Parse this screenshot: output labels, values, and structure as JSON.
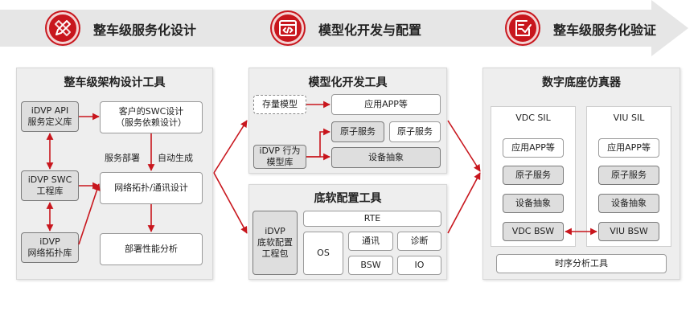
{
  "banner": {
    "steps": [
      {
        "label": "整车级服务化设计",
        "icon": "pencil-ruler-icon"
      },
      {
        "label": "模型化开发与配置",
        "icon": "code-window-icon"
      },
      {
        "label": "整车级服务化验证",
        "icon": "checklist-icon"
      }
    ],
    "arrow_color": "#e6e6e6",
    "accent": "#c8161d"
  },
  "design_tool": {
    "title": "整车级架构设计工具",
    "api_lib": "iDVP API\n服务定义库",
    "swc_lib": "iDVP SWC\n工程库",
    "topo_lib": "iDVP\n网络拓扑库",
    "swc_design": "客户的SWC设计\n（服务依赖设计）",
    "service_deploy": "服务部署",
    "auto_gen": "自动生成",
    "net_design": "网络拓扑/通讯设计",
    "deploy_perf": "部署性能分析"
  },
  "model_tool": {
    "title": "模型化开发工具",
    "legacy_model": "存量模型",
    "app": "应用APP等",
    "atomic_1": "原子服务",
    "atomic_2": "原子服务",
    "behavior_lib": "iDVP 行为\n模型库",
    "device_abs": "设备抽象"
  },
  "bsw_tool": {
    "title": "底软配置工具",
    "bsw_pkg": "iDVP\n底软配置\n工程包",
    "rte": "RTE",
    "os": "OS",
    "comm": "通讯",
    "diag": "诊断",
    "bsw": "BSW",
    "io": "IO"
  },
  "simulator": {
    "title": "数字底座仿真器",
    "vdc": {
      "title": "VDC SIL",
      "app": "应用APP等",
      "atomic": "原子服务",
      "device": "设备抽象",
      "bsw": "VDC BSW"
    },
    "viu": {
      "title": "VIU SIL",
      "app": "应用APP等",
      "atomic": "原子服务",
      "device": "设备抽象",
      "bsw": "VIU BSW"
    },
    "timing": "时序分析工具"
  }
}
